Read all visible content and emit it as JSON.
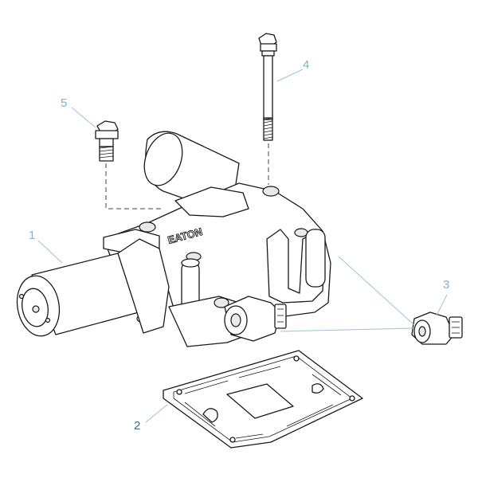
{
  "callouts": {
    "c1": "1",
    "c2": "2",
    "c3": "3",
    "c4": "4",
    "c5": "5"
  },
  "brand_mark": "EATON",
  "colors": {
    "line": "#1a1a1a",
    "leader": "#9cc3dc",
    "callout_text": "#7fb3d3",
    "callout_text_active": "#2a6f9e"
  }
}
